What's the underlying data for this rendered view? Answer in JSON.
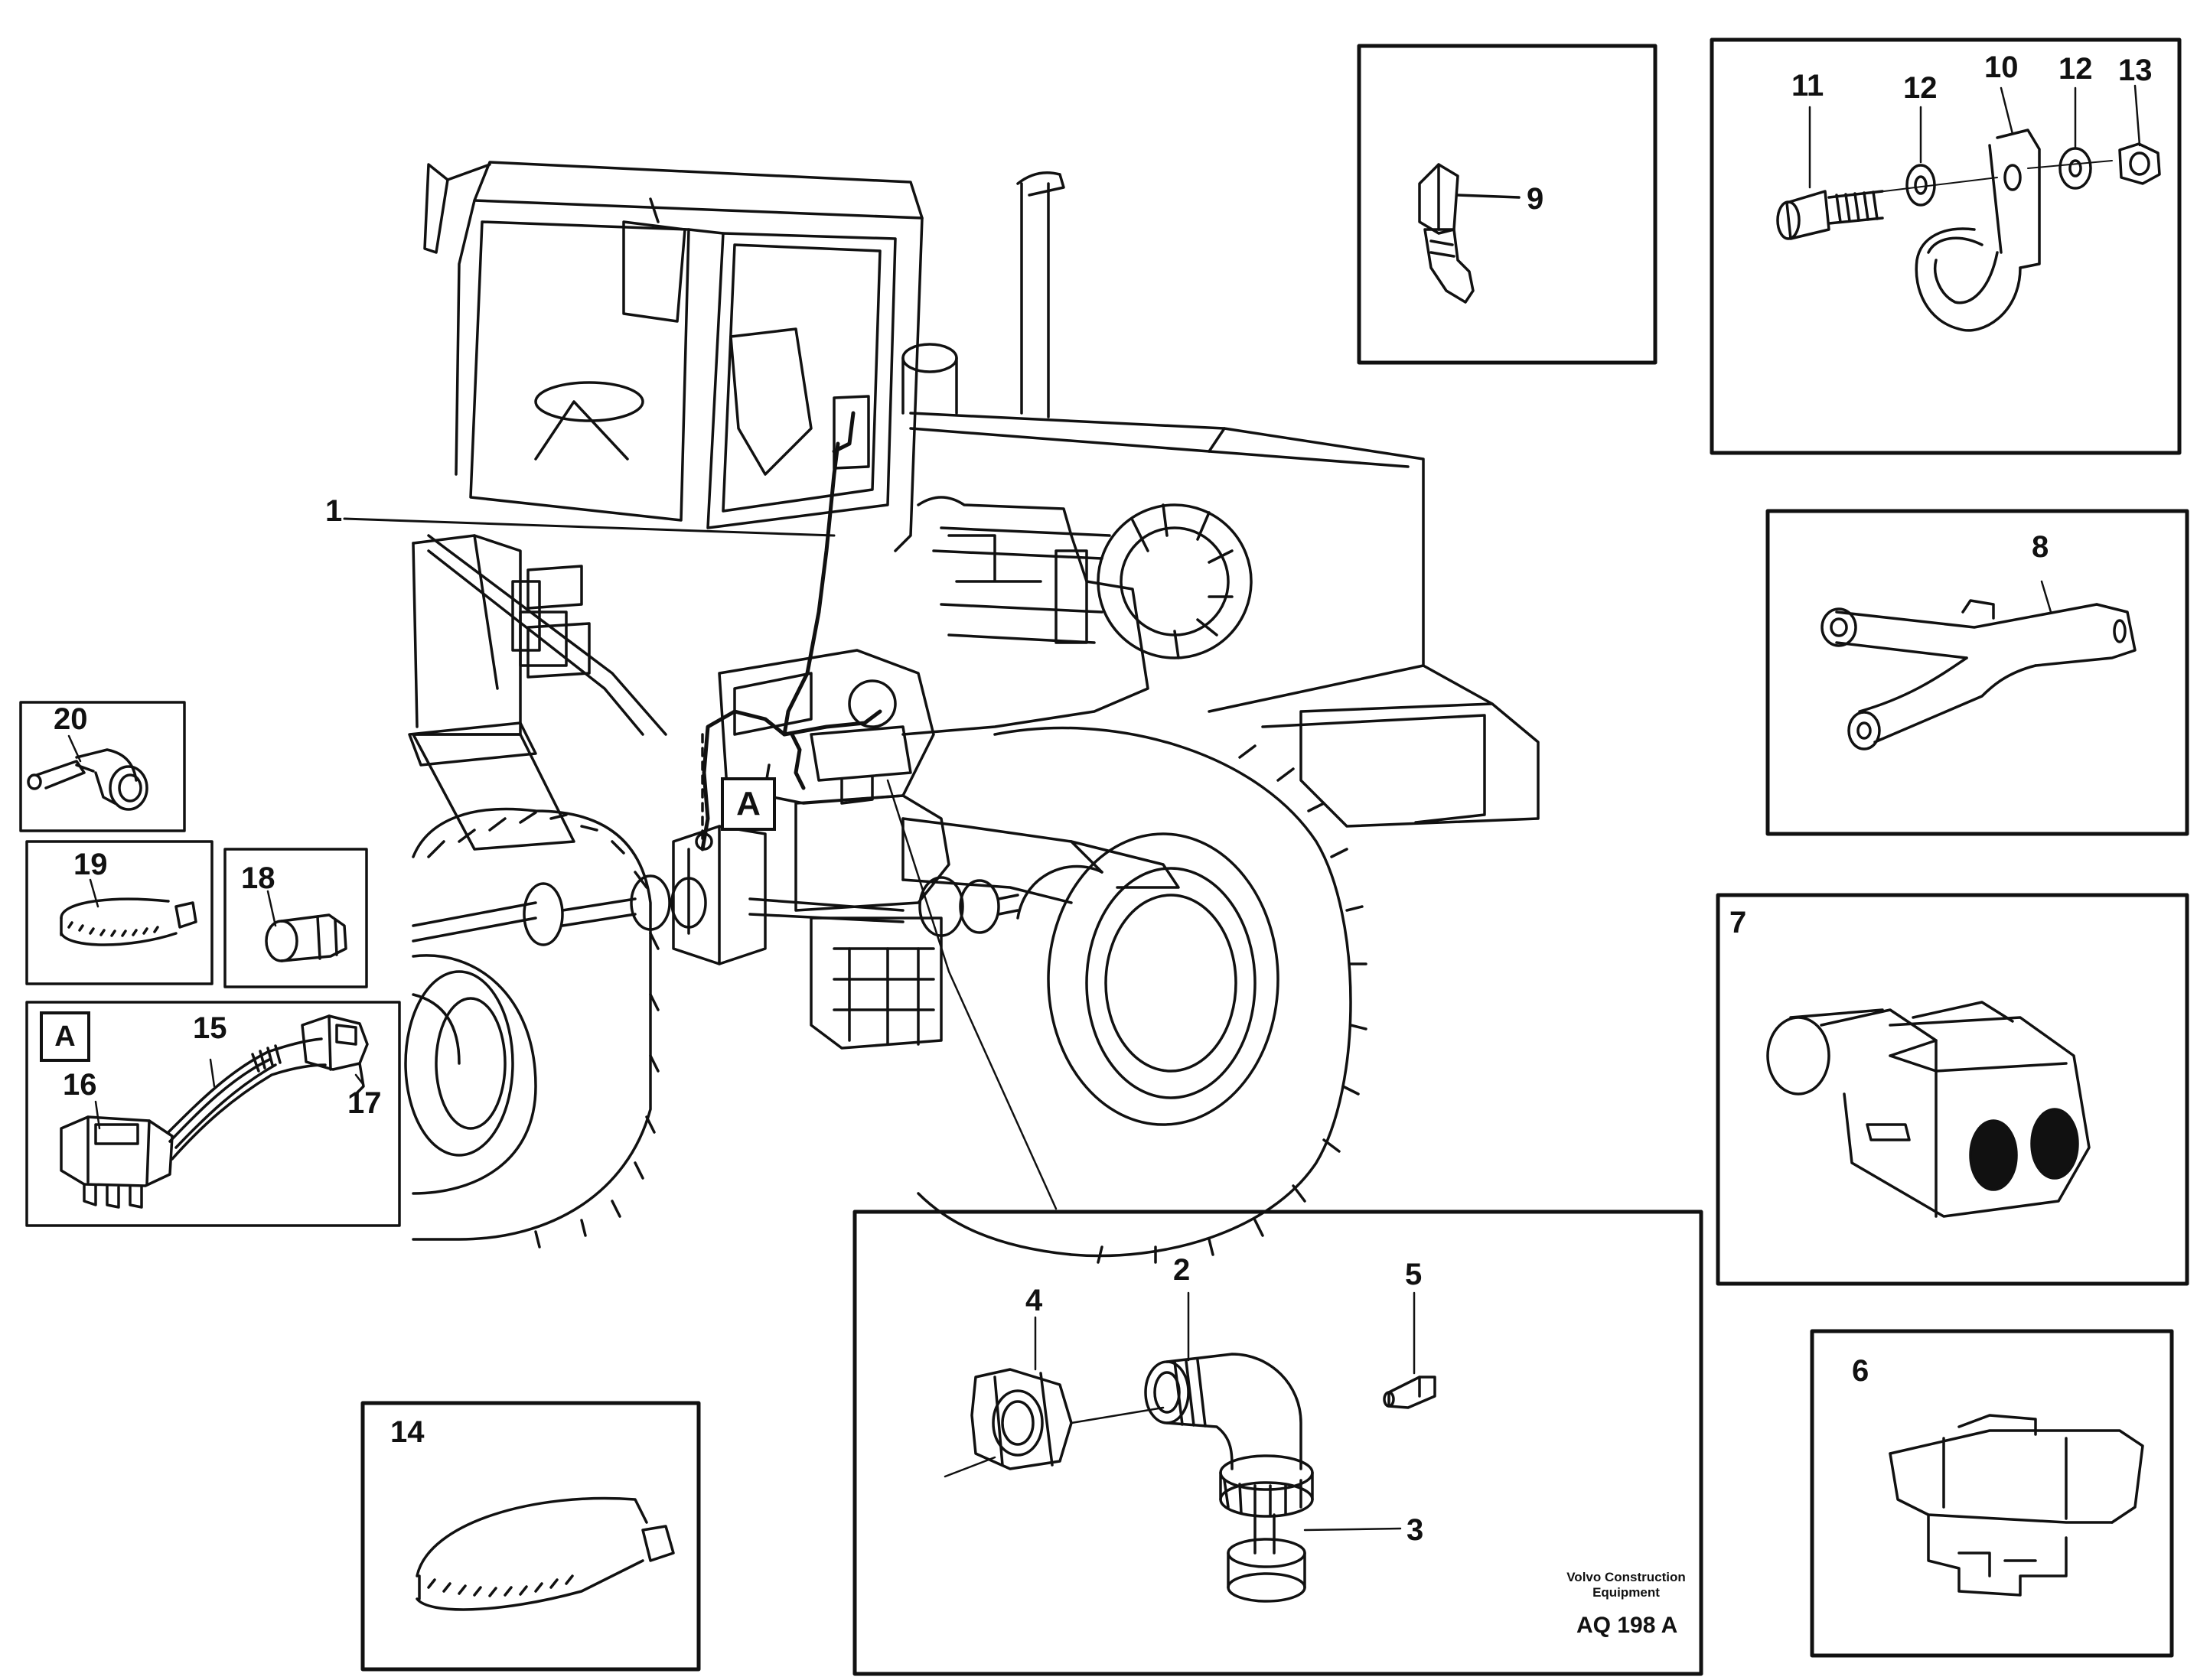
{
  "diagram": {
    "main_callout": "A",
    "callouts": {
      "p1": "1",
      "p2": "2",
      "p3": "3",
      "p4": "4",
      "p5": "5",
      "p6": "6",
      "p7": "7",
      "p8": "8",
      "p9": "9",
      "p10": "10",
      "p11": "11",
      "p12a": "12",
      "p12b": "12",
      "p13": "13",
      "p14": "14",
      "p15": "15",
      "p16": "16",
      "p17": "17",
      "p18": "18",
      "p19": "19",
      "p20": "20"
    },
    "detail_a_tag": "A",
    "credit_line1": "Volvo Construction",
    "credit_line2": "Equipment",
    "drawing_code": "AQ 198 A"
  }
}
